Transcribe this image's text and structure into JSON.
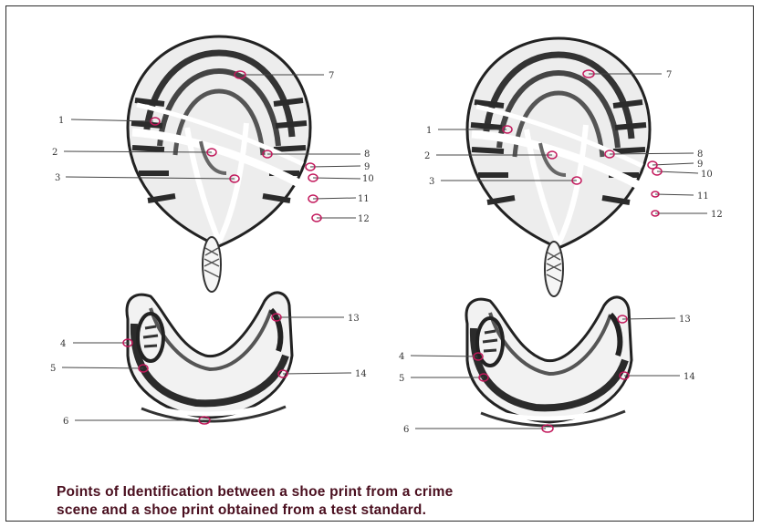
{
  "caption": {
    "line1": "Points of Identification between a shoe print from a crime",
    "line2": "scene and a shoe print obtained from a test standard."
  },
  "left_print": {
    "labels": [
      "1",
      "2",
      "3",
      "4",
      "5",
      "6",
      "7",
      "8",
      "9",
      "10",
      "11",
      "12",
      "13",
      "14"
    ]
  },
  "right_print": {
    "labels": [
      "1",
      "2",
      "3",
      "4",
      "5",
      "6",
      "7",
      "8",
      "9",
      "10",
      "11",
      "12",
      "13",
      "14"
    ]
  },
  "colors": {
    "marker": "#c2185b",
    "tread": "#2b2b2b",
    "caption": "#4a0f1f"
  }
}
